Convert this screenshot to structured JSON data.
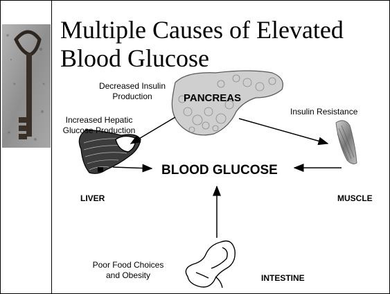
{
  "slide": {
    "title_line1": "Multiple Causes of Elevated",
    "title_line2": "Blood Glucose"
  },
  "labels": {
    "decreased_insulin_1": "Decreased Insulin",
    "decreased_insulin_2": "Production",
    "pancreas": "PANCREAS",
    "hepatic_1": "Increased Hepatic",
    "hepatic_2": "Glucose Production",
    "insulin_resistance": "Insulin Resistance",
    "blood_glucose": "BLOOD GLUCOSE",
    "liver": "LIVER",
    "muscle": "MUSCLE",
    "food_1": "Poor Food Choices",
    "food_2": "and Obesity",
    "intestine": "INTESTINE"
  }
}
